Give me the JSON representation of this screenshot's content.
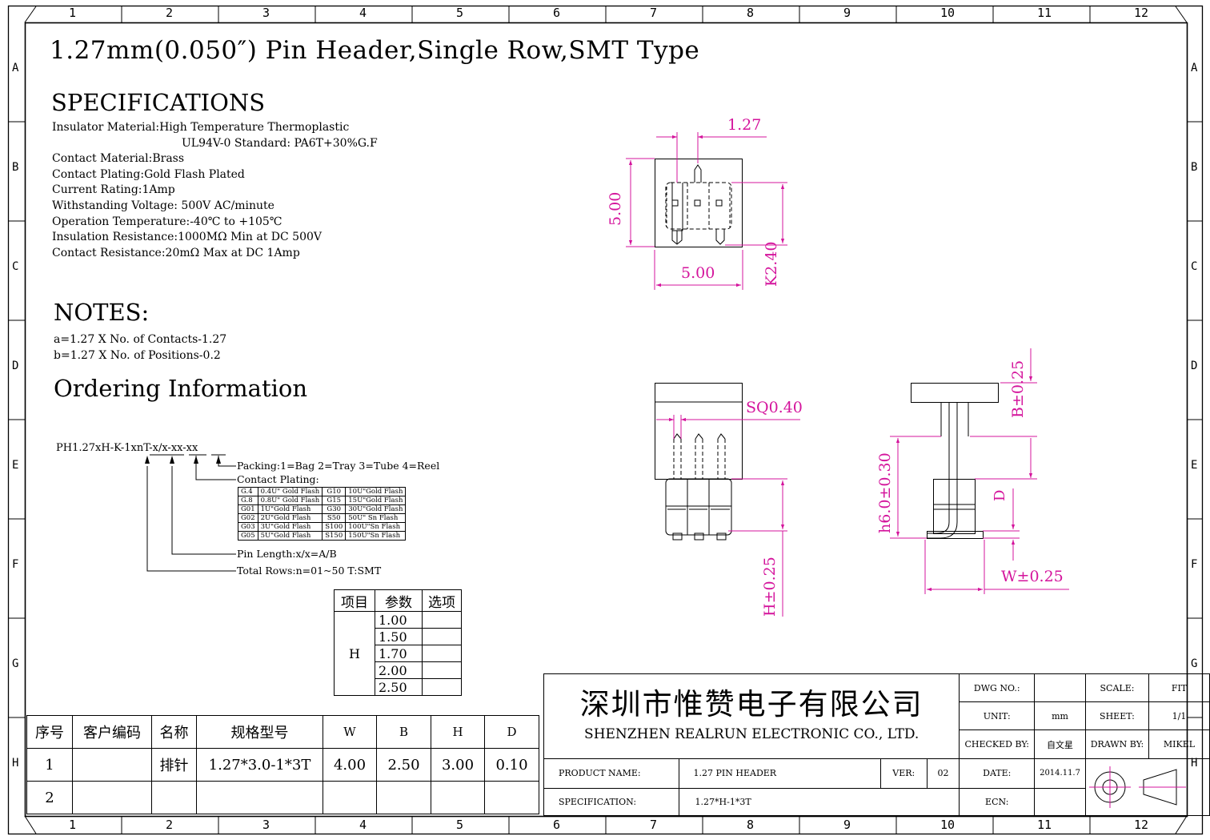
{
  "title": "1.27mm(0.050″) Pin Header,Single Row,SMT Type",
  "specifications": {
    "heading": "SPECIFICATIONS",
    "lines": [
      "Insulator Material:High Temperature Thermoplastic",
      "UL94V-0 Standard: PA6T+30%G.F",
      "Contact Material:Brass",
      "Contact Plating:Gold Flash Plated",
      "Current Rating:1Amp",
      "Withstanding Voltage: 500V AC/minute",
      "Operation Temperature:-40℃ to +105℃",
      "Insulation Resistance:1000MΩ Min   at DC 500V",
      "Contact Resistance:20mΩ Max  at DC 1Amp"
    ]
  },
  "notes": {
    "heading": "NOTES:",
    "lines": [
      "a=1.27 X No. of Contacts-1.27",
      "b=1.27 X No. of Positions-0.2"
    ]
  },
  "ordering": {
    "heading": "Ordering Information",
    "part_code": "PH1.27xH-K-1xnT-x/x-xx-xx",
    "packing": "Packing:1=Bag 2=Tray 3=Tube 4=Reel",
    "contact_plating": "Contact Plating:",
    "pin_length": "Pin Length:x/x=A/B",
    "total_rows": "Total Rows:n=01~50  T:SMT",
    "plating_table": [
      [
        "G.4",
        "0.4U\" Gold Flash",
        "G10",
        "10U\"Gold Flash"
      ],
      [
        "G.8",
        "0.8U\" Gold Flash",
        "G15",
        "15U\"Gold Flash"
      ],
      [
        "G01",
        "1U\"Gold Flash",
        "G30",
        "30U\"Gold Flash"
      ],
      [
        "G02",
        "2U\"Gold Flash",
        "S50",
        "50U\" Sn Flash"
      ],
      [
        "G03",
        "3U\"Gold Flash",
        "S100",
        "100U\"Sn Flash"
      ],
      [
        "G05",
        "5U\"Gold Flash",
        "S150",
        "150U\"Sn Flash"
      ]
    ]
  },
  "h_table": {
    "headers": [
      "项目",
      "参数",
      "选项"
    ],
    "item": "H",
    "values": [
      "1.00",
      "1.50",
      "1.70",
      "2.00",
      "2.50"
    ]
  },
  "dimensions": {
    "pitch": "1.27",
    "height_top": "5.00",
    "width_top": "5.00",
    "k": "K2.40",
    "sq": "SQ0.40",
    "h_tol": "H±0.25",
    "b_tol": "B±0.25",
    "h6": "h6.0±0.30",
    "d": "D",
    "w_tol": "W±0.25"
  },
  "bom": {
    "headers": [
      "序号",
      "客户编码",
      "名称",
      "规格型号",
      "W",
      "B",
      "H",
      "D"
    ],
    "rows": [
      [
        "1",
        "",
        "排针",
        "1.27*3.0-1*3T",
        "4.00",
        "2.50",
        "3.00",
        "0.10"
      ],
      [
        "2",
        "",
        "",
        "",
        "",
        "",
        "",
        ""
      ]
    ]
  },
  "title_block": {
    "company_cn": "深圳市惟赞电子有限公司",
    "company_en": "SHENZHEN  REALRUN  ELECTRONIC  CO., LTD.",
    "dwg_no_label": "DWG NO.:",
    "dwg_no": "",
    "scale_label": "SCALE:",
    "scale": "FIT",
    "unit_label": "UNIT:",
    "unit": "mm",
    "sheet_label": "SHEET:",
    "sheet": "1/1",
    "checked_label": "CHECKED BY:",
    "checked": "自文星",
    "drawn_label": "DRAWN BY:",
    "drawn": "MIKEL",
    "product_label": "PRODUCT NAME:",
    "product": "1.27 PIN HEADER",
    "ver_label": "VER:",
    "ver": "02",
    "date_label": "DATE:",
    "date": "2014.11.7",
    "spec_label": "SPECIFICATION:",
    "spec": "1.27*H-1*3T",
    "ecn_label": "ECN:",
    "ecn": ""
  },
  "border": {
    "columns": [
      "1",
      "2",
      "3",
      "4",
      "5",
      "6",
      "7",
      "8",
      "9",
      "10",
      "11",
      "12"
    ],
    "rows": [
      "A",
      "B",
      "C",
      "D",
      "E",
      "F",
      "G",
      "H"
    ]
  },
  "colors": {
    "dimension": "#d4149c",
    "line": "#000000"
  }
}
